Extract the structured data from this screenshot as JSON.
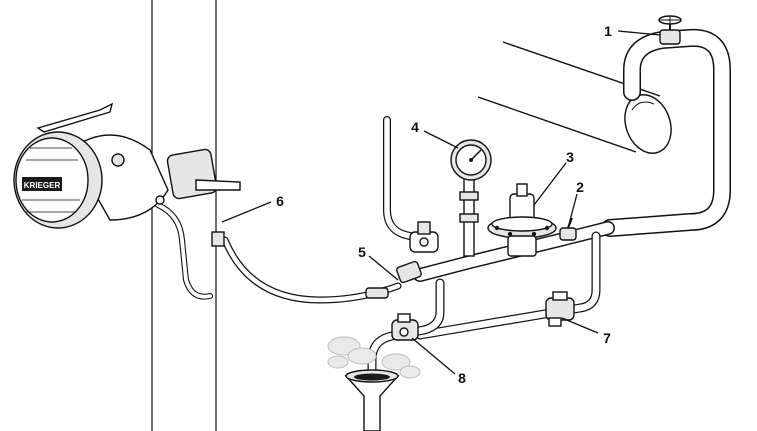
{
  "diagram": {
    "callouts": [
      "1",
      "2",
      "3",
      "4",
      "5",
      "6",
      "7",
      "8"
    ],
    "brand_plate": "KRIEGER"
  },
  "colors": {
    "line": "#111111",
    "fill": "#ffffff",
    "shade": "#e6e6e6",
    "steam": "#eaeaea"
  },
  "icons": [
    "gate-valve-icon",
    "pressure-gauge-icon",
    "pressure-reducing-valve-icon",
    "steam-trap-icon",
    "ball-valve-icon",
    "flexible-hose-icon",
    "funnel-drain-icon",
    "steam-cloud-icon"
  ]
}
